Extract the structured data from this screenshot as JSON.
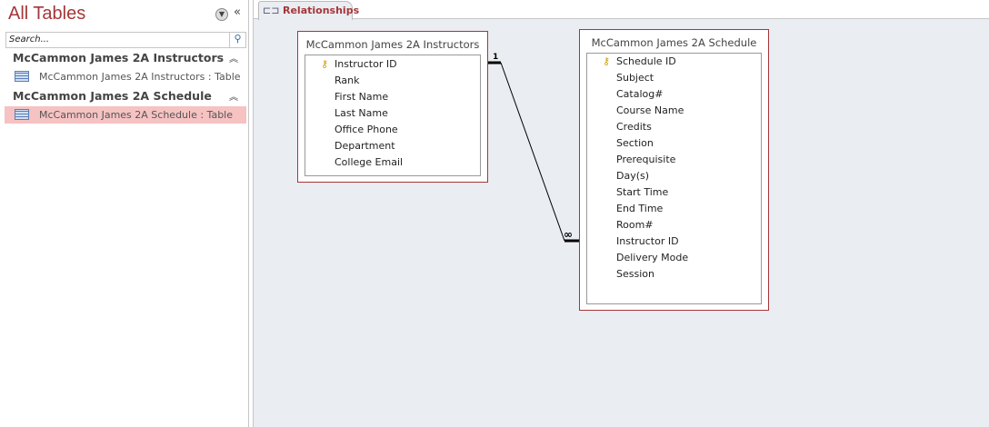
{
  "nav": {
    "title": "All Tables",
    "search_placeholder": "Search...",
    "groups": [
      {
        "name": "McCammon James 2A Instructors",
        "items": [
          "McCammon James 2A Instructors : Table"
        ]
      },
      {
        "name": "McCammon James 2A Schedule",
        "items": [
          "McCammon James 2A Schedule : Table"
        ]
      }
    ]
  },
  "tab": {
    "label": "Relationships"
  },
  "tables": [
    {
      "title": "McCammon James 2A Instructors",
      "fields": [
        "Instructor ID",
        "Rank",
        "First Name",
        "Last Name",
        "Office Phone",
        "Department",
        "College Email"
      ]
    },
    {
      "title": "McCammon James 2A Schedule",
      "fields": [
        "Schedule ID",
        "Subject",
        "Catalog#",
        "Course Name",
        "Credits",
        "Section",
        "Prerequisite",
        "Day(s)",
        "Start Time",
        "End Time",
        "Room#",
        "Instructor ID",
        "Delivery Mode",
        "Session"
      ]
    }
  ],
  "relationship": {
    "one": "1",
    "many": "∞"
  }
}
